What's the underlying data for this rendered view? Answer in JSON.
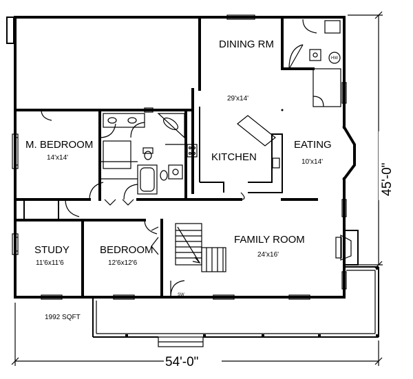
{
  "rooms": {
    "dining": {
      "name": "DINING RM"
    },
    "kitchen": {
      "name": "KITCHEN",
      "size": "29'x14'"
    },
    "eating": {
      "name": "EATING",
      "size": "10'x14'"
    },
    "master": {
      "name": "M. BEDROOM",
      "size": "14'x14'"
    },
    "study": {
      "name": "STUDY",
      "size": "11'6x11'6"
    },
    "bedroom": {
      "name": "BEDROOM",
      "size": "12'6x12'6"
    },
    "family": {
      "name": "FAMILY ROOM",
      "size": "24'x16'"
    }
  },
  "fixtures": {
    "water_heater": "HW",
    "stair": "SW"
  },
  "dimensions": {
    "width": "54'-0\"",
    "depth": "45'-0\""
  },
  "area": "1992 SQFT"
}
